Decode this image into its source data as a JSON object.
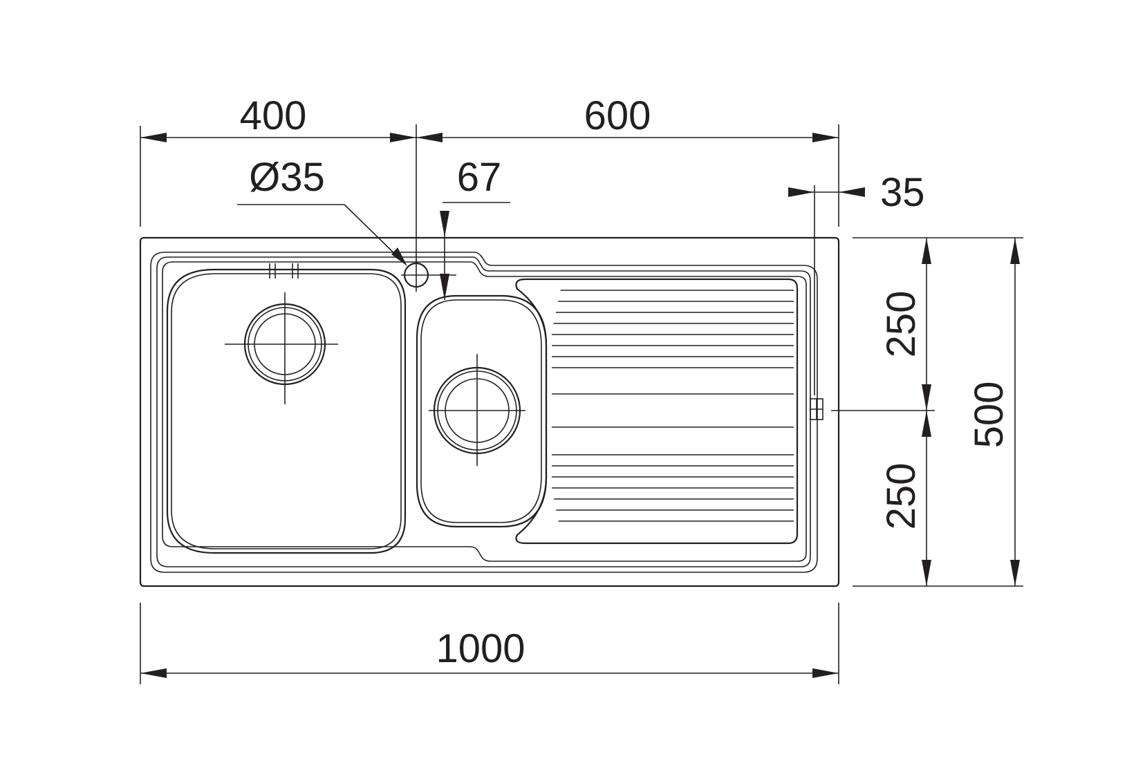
{
  "dimensions": {
    "left_bowl_width": "400",
    "right_section_width": "600",
    "tap_hole_diameter": "Ø35",
    "tap_hole_offset": "67",
    "overflow_offset": "35",
    "upper_half_depth": "250",
    "lower_half_depth": "250",
    "total_depth": "500",
    "total_width": "1000"
  },
  "colors": {
    "line": "#231f20",
    "background": "#ffffff"
  }
}
